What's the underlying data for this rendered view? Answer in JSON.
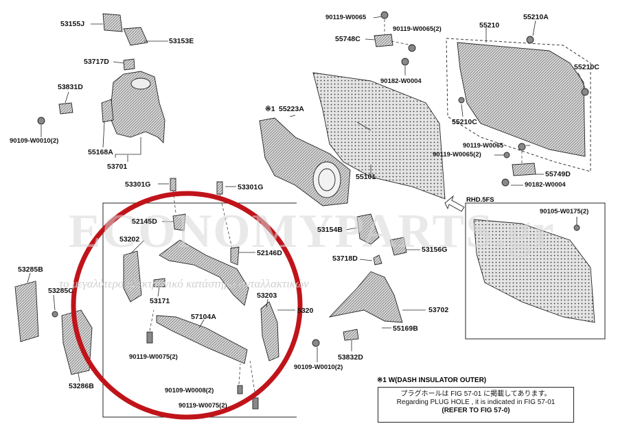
{
  "watermark": {
    "brand": "ECONOMYPARTS.gr",
    "tagline": "το μεγαλύτερο ηλεκτρονικό κατάστημα ανταλλακτικών"
  },
  "colors": {
    "highlight_circle": "#c0141a",
    "line": "#222222",
    "part_fill": "#9a9a9a"
  },
  "parts": {
    "p53155J": "53155J",
    "p53153E": "53153E",
    "p53717D": "53717D",
    "p53831D": "53831D",
    "p90109_W0010_a": "90109-W0010(2)",
    "p55168A": "55168A",
    "p53701": "53701",
    "p53301G_a": "53301G",
    "p53301G_b": "53301G",
    "p52145D": "52145D",
    "p53202": "53202",
    "p52146D": "52146D",
    "p53171": "53171",
    "p57104A": "57104A",
    "p53203": "53203",
    "p5320": "5320",
    "p90119_W0075_a": "90119-W0075(2)",
    "p90109_W0008": "90109-W0008(2)",
    "p90119_W0075_b": "90119-W0075(2)",
    "p53285B": "53285B",
    "p53285C": "53285C",
    "p53286B": "53286B",
    "p90119_W0065_a": "90119-W0065",
    "p90119_W0065_b": "90119-W0065(2)",
    "p55748C": "55748C",
    "p90182_W0004_a": "90182-W0004",
    "p55210": "55210",
    "p55210A": "55210A",
    "p55210C_a": "55210C",
    "p55210C_b": "55210C",
    "p55223A": "55223A",
    "p55223A_mark": "※1",
    "p55101": "55101",
    "p90119_W0065_c": "90119-W0065",
    "p90119_W0065_d": "90119-W0065(2)",
    "p55749D": "55749D",
    "p90182_W0004_b": "90182-W0004",
    "p53154B": "53154B",
    "p53156G": "53156G",
    "p53718D": "53718D",
    "p53702": "53702",
    "p55169B": "55169B",
    "p53832D": "53832D",
    "p90109_W0010_b": "90109-W0010(2)",
    "p90105_W0175": "90105-W0175(2)"
  },
  "rhd_label": "RHD.5FS",
  "note": {
    "heading": "※1 W(DASH INSULATOR OUTER)",
    "line1": "プラグホールは FIG 57-01 に掲載してあります。",
    "line2": "Regarding PLUG HOLE , it is indicated in FIG 57-01",
    "line3": "(REFER TO FIG 57-0)"
  }
}
